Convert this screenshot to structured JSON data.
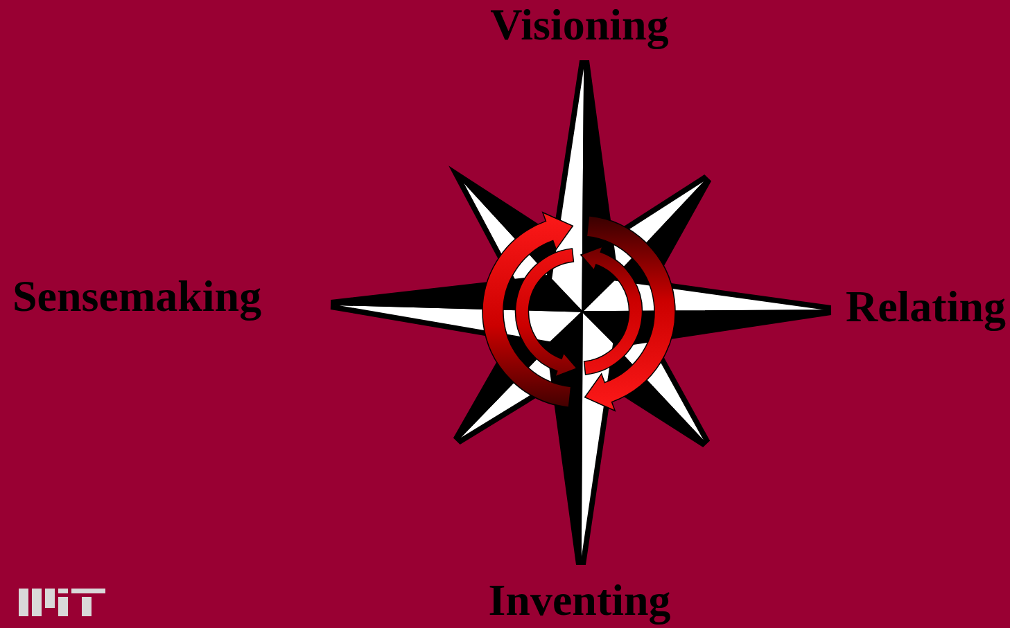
{
  "diagram": {
    "labels": [
      "Visioning",
      "Sensemaking",
      "Relating",
      "Inventing"
    ]
  }
}
